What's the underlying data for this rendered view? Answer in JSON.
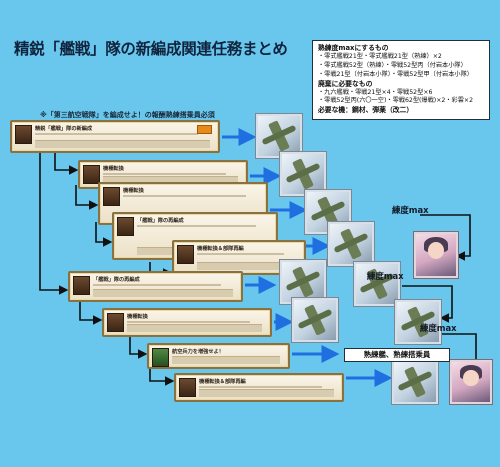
{
  "header": {
    "title": "精鋭「艦戦」隊の新編成関連任務まとめ",
    "note": "※「第三航空戦隊」を編成せよ！の報酬熟練搭乗員必須"
  },
  "info_box": {
    "head1": "熟練度maxにするもの",
    "lines1": [
      "・零式艦戦21型・零式艦戦21型（熟練）×2",
      "・零式艦戦52型（熟練）・零戦52型丙（付岩本小隊）",
      "・零戦21型（付岩本小隊）・零戦52型甲（付岩本小隊）"
    ],
    "head2": "廃棄に必要なもの",
    "lines2": [
      "・九六艦戦・零戦21型×4・零戦52型×6",
      "・零戦52型丙(六〇一空)・零戦62型(爆戦)×2・彩雲×2"
    ],
    "head3": "必要な機：鋼材、弾薬（改二）"
  },
  "quests": [
    {
      "title": "精鋭「艦戦」隊の新編成",
      "icon": "brown",
      "tag": true
    },
    {
      "title": "機種転換",
      "icon": "brown",
      "tag": false
    },
    {
      "title": "機種転換",
      "icon": "brown",
      "tag": false
    },
    {
      "title": "「艦戦」隊の再編成",
      "icon": "brown",
      "tag": false
    },
    {
      "title": "機種転換＆部隊再編",
      "icon": "brown",
      "tag": false
    },
    {
      "title": "「艦戦」隊の再編成",
      "icon": "brown",
      "tag": false
    },
    {
      "title": "機種転換",
      "icon": "brown",
      "tag": false
    },
    {
      "title": "航空兵力を増強せよ！",
      "icon": "green",
      "tag": false
    },
    {
      "title": "機種転換＆部隊再編",
      "icon": "brown",
      "tag": false
    }
  ],
  "flow_labels": {
    "mastery_max_1": "練度max",
    "mastery_max_2": "練度max",
    "mastery_max_3": "練度max",
    "requirement": "熟練艦、熟練搭乗員"
  },
  "colors": {
    "background": "#69c7ee",
    "arrow": "#1f6fe0",
    "connector": "#101010"
  }
}
